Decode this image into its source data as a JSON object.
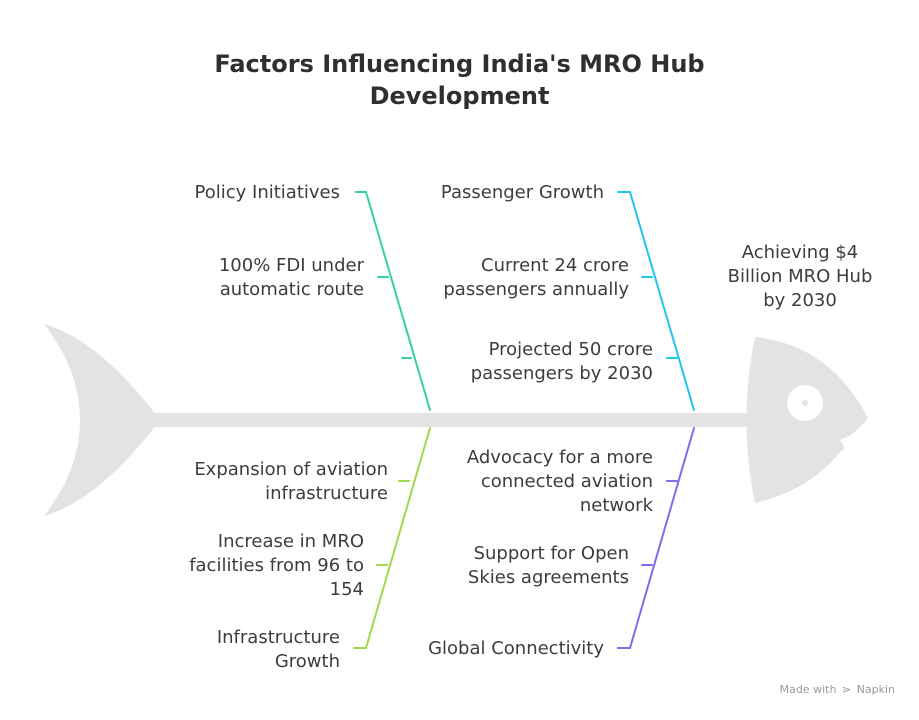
{
  "title": {
    "line1": "Factors Influencing India's MRO Hub",
    "line2": "Development"
  },
  "head": {
    "outcome_line1": "Achieving $4",
    "outcome_line2": "Billion MRO Hub",
    "outcome_line3": "by 2030"
  },
  "branches": {
    "policy": {
      "label": "Policy Initiatives",
      "color": "#34d399",
      "causes": [
        {
          "line1": "100% FDI under",
          "line2": "automatic route"
        }
      ]
    },
    "passenger": {
      "label": "Passenger Growth",
      "color": "#22c5ee",
      "causes": [
        {
          "line1": "Current 24 crore",
          "line2": "passengers annually"
        },
        {
          "line1": "Projected 50 crore",
          "line2": "passengers by 2030"
        }
      ]
    },
    "infrastructure": {
      "label_line1": "Infrastructure",
      "label_line2": "Growth",
      "color": "#a3d84a",
      "causes": [
        {
          "line1": "Expansion of aviation",
          "line2": "infrastructure"
        },
        {
          "line1": "Increase in MRO",
          "line2": "facilities from 96 to",
          "line3": "154"
        }
      ]
    },
    "connectivity": {
      "label": "Global Connectivity",
      "color": "#7b6cf0",
      "causes": [
        {
          "line1": "Advocacy for a more",
          "line2": "connected aviation",
          "line3": "network"
        },
        {
          "line1": "Support for Open",
          "line2": "Skies agreements"
        }
      ]
    }
  },
  "icons": {
    "fish_head": "fish-head-icon",
    "fish_tail": "fish-tail-icon"
  },
  "footer": {
    "made_with": "Made with",
    "brand": "Napkin"
  }
}
